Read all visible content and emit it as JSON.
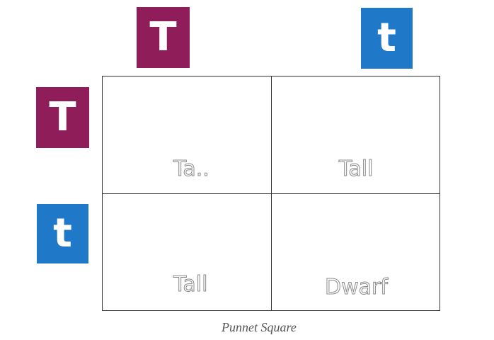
{
  "column_headers": [
    {
      "allele": "T",
      "color": "#8e1d5a"
    },
    {
      "allele": "t",
      "color": "#1f78c8"
    }
  ],
  "row_headers": [
    {
      "allele": "T",
      "color": "#8e1d5a"
    },
    {
      "allele": "t",
      "color": "#1f78c8"
    }
  ],
  "cells": [
    {
      "label": "Ta.."
    },
    {
      "label": "Tall"
    },
    {
      "label": "Tall"
    },
    {
      "label": "Dwarf"
    }
  ],
  "caption": "Punnet Square"
}
